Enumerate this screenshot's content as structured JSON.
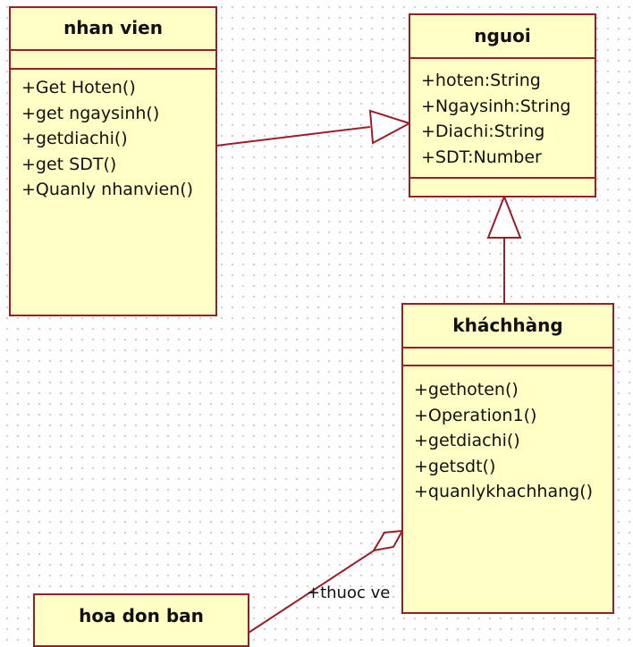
{
  "diagram": {
    "classes": {
      "nhanvien": {
        "name": "nhan vien",
        "attributes": [],
        "operations": [
          "+Get Hoten()",
          "+get ngaysinh()",
          "+getdiachi()",
          "+get SDT()",
          "+Quanly nhanvien()"
        ]
      },
      "nguoi": {
        "name": "nguoi",
        "attributes": [
          "+hoten:String",
          "+Ngaysinh:String",
          "+Diachi:String",
          "+SDT:Number"
        ],
        "operations": []
      },
      "khachhang": {
        "name": "kháchhàng",
        "attributes": [],
        "operations": [
          "+gethoten()",
          "+Operation1()",
          "+getdiachi()",
          "+getsdt()",
          "+quanlykhachhang()"
        ]
      },
      "hoadonban": {
        "name": "hoa don ban"
      }
    },
    "association_label": "+thuoc ve"
  },
  "colors": {
    "class_fill": "#ffffc6",
    "border": "#9a1d2a",
    "text": "#111111"
  }
}
